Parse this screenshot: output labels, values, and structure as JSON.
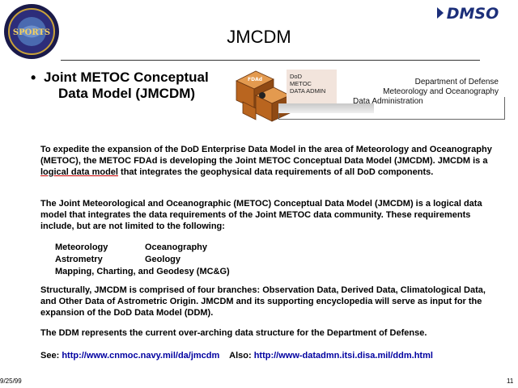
{
  "header": {
    "title": "JMCDM",
    "seal_text": "SPORTS",
    "dmso_logo_text": "DMSO"
  },
  "bullet": {
    "line1": "Joint METOC Conceptual",
    "line2": "Data Model (JMCDM)"
  },
  "logo": {
    "label_line1": "DoD",
    "label_line2": "METOC",
    "label_line3": "DATA ADMIN",
    "cube_text": "FDAd",
    "dept_line1": "Department of Defense",
    "dept_line2": "Meteorology and Oceanography",
    "dept_line3": "Data Administration"
  },
  "content": {
    "p1_a": "To expedite the expansion of the DoD Enterprise Data Model in the area of Meteorology and Oceanography (METOC), the METOC FDAd is developing the Joint METOC Conceptual Data Model (JMCDM). JMCDM is a ",
    "p1_link": "logical data model",
    "p1_b": " that integrates the geophysical data requirements of all DoD components.",
    "p2": "The Joint Meteorological and Oceanographic (METOC) Conceptual Data Model (JMCDM) is a logical data model that integrates the data requirements of the Joint METOC data community. These requirements include, but are not limited to the following:",
    "requirements": {
      "r1a": "Meteorology",
      "r1b": "Oceanography",
      "r2a": "Astrometry",
      "r2b": "Geology",
      "r3": "Mapping, Charting, and Geodesy (MC&G)"
    },
    "p3": "Structurally, JMCDM is comprised of four branches: Observation Data, Derived Data, Climatological Data, and Other Data of Astrometric Origin. JMCDM and its supporting encyclopedia will serve as input for the expansion of the DoD Data Model (DDM).",
    "p4": "The DDM represents the current over-arching data structure for the Department of Defense."
  },
  "links": {
    "see_label": "See:",
    "see_url": "http://www.cnmoc.navy.mil/da/jmcdm",
    "also_label": "Also:",
    "also_url": "http://www-datadmn.itsi.disa.mil/ddm.html"
  },
  "footer": {
    "date": "9/25/99",
    "page": "11"
  },
  "colors": {
    "link": "#0000a0",
    "underline": "#cc0000",
    "cube": "#c9782c"
  }
}
